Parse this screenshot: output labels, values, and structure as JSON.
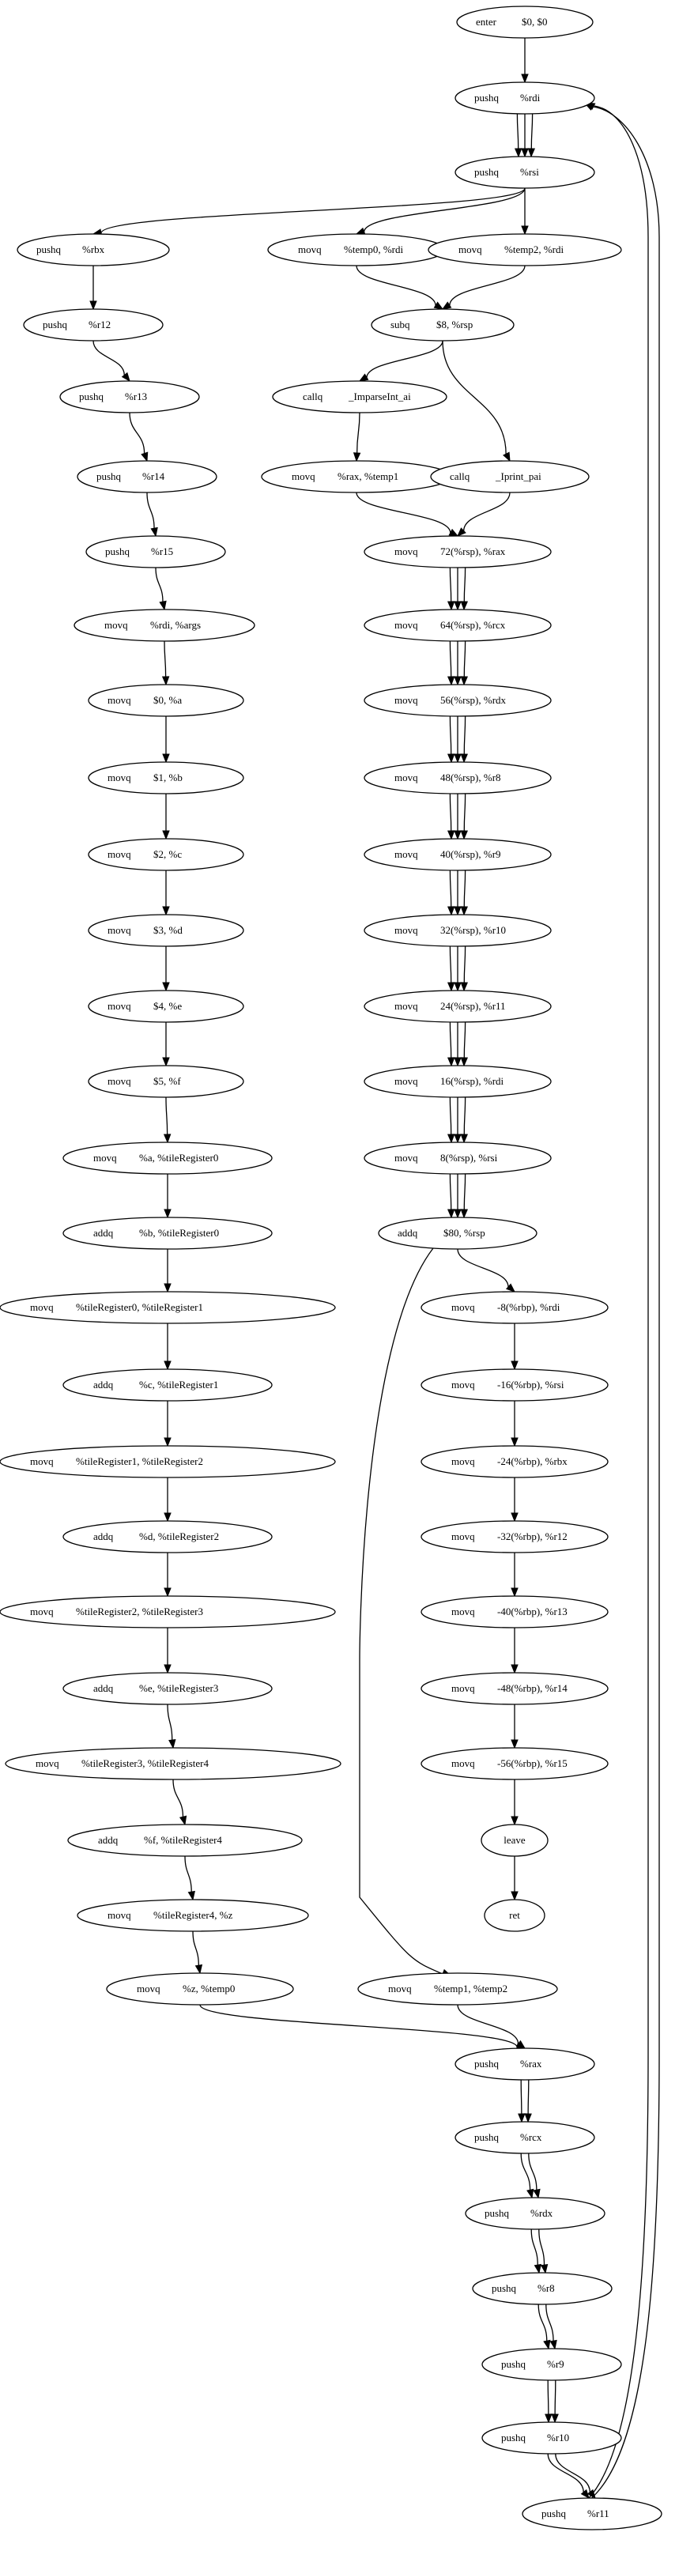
{
  "nodes": {
    "enter": {
      "op": "enter",
      "args": "$0, $0"
    },
    "push_rdi": {
      "op": "pushq",
      "args": "%rdi"
    },
    "push_rsi": {
      "op": "pushq",
      "args": "%rsi"
    },
    "push_rbx": {
      "op": "pushq",
      "args": "%rbx"
    },
    "mov_temp0_rdi": {
      "op": "movq",
      "args": "%temp0, %rdi"
    },
    "mov_temp2_rdi": {
      "op": "movq",
      "args": "%temp2, %rdi"
    },
    "push_r12": {
      "op": "pushq",
      "args": "%r12"
    },
    "subq": {
      "op": "subq",
      "args": "$8, %rsp"
    },
    "push_r13": {
      "op": "pushq",
      "args": "%r13"
    },
    "callq_parse": {
      "op": "callq",
      "args": "_ImparseInt_ai"
    },
    "push_r14": {
      "op": "pushq",
      "args": "%r14"
    },
    "mov_rax_temp1": {
      "op": "movq",
      "args": "%rax, %temp1"
    },
    "callq_print": {
      "op": "callq",
      "args": "_Iprint_pai"
    },
    "push_r15": {
      "op": "pushq",
      "args": "%r15"
    },
    "mov_72_rax": {
      "op": "movq",
      "args": "72(%rsp), %rax"
    },
    "mov_rdi_args": {
      "op": "movq",
      "args": "%rdi, %args"
    },
    "mov_64_rcx": {
      "op": "movq",
      "args": "64(%rsp), %rcx"
    },
    "mov_0_a": {
      "op": "movq",
      "args": "$0, %a"
    },
    "mov_56_rdx": {
      "op": "movq",
      "args": "56(%rsp), %rdx"
    },
    "mov_1_b": {
      "op": "movq",
      "args": "$1, %b"
    },
    "mov_48_r8": {
      "op": "movq",
      "args": "48(%rsp), %r8"
    },
    "mov_2_c": {
      "op": "movq",
      "args": "$2, %c"
    },
    "mov_40_r9": {
      "op": "movq",
      "args": "40(%rsp), %r9"
    },
    "mov_3_d": {
      "op": "movq",
      "args": "$3, %d"
    },
    "mov_32_r10": {
      "op": "movq",
      "args": "32(%rsp), %r10"
    },
    "mov_4_e": {
      "op": "movq",
      "args": "$4, %e"
    },
    "mov_24_r11": {
      "op": "movq",
      "args": "24(%rsp), %r11"
    },
    "mov_5_f": {
      "op": "movq",
      "args": "$5, %f"
    },
    "mov_16_rdi": {
      "op": "movq",
      "args": "16(%rsp), %rdi"
    },
    "mov_a_tr0": {
      "op": "movq",
      "args": "%a, %tileRegister0"
    },
    "mov_8_rsi": {
      "op": "movq",
      "args": "8(%rsp), %rsi"
    },
    "add_b_tr0": {
      "op": "addq",
      "args": "%b, %tileRegister0"
    },
    "addq_80": {
      "op": "addq",
      "args": "$80, %rsp"
    },
    "mov_tr0_tr1": {
      "op": "movq",
      "args": "%tileRegister0, %tileRegister1"
    },
    "mov_m8_rdi": {
      "op": "movq",
      "args": "-8(%rbp), %rdi"
    },
    "add_c_tr1": {
      "op": "addq",
      "args": "%c, %tileRegister1"
    },
    "mov_m16_rsi": {
      "op": "movq",
      "args": "-16(%rbp), %rsi"
    },
    "mov_tr1_tr2": {
      "op": "movq",
      "args": "%tileRegister1, %tileRegister2"
    },
    "mov_m24_rbx": {
      "op": "movq",
      "args": "-24(%rbp), %rbx"
    },
    "add_d_tr2": {
      "op": "addq",
      "args": "%d, %tileRegister2"
    },
    "mov_m32_r12": {
      "op": "movq",
      "args": "-32(%rbp), %r12"
    },
    "mov_tr2_tr3": {
      "op": "movq",
      "args": "%tileRegister2, %tileRegister3"
    },
    "mov_m40_r13": {
      "op": "movq",
      "args": "-40(%rbp), %r13"
    },
    "add_e_tr3": {
      "op": "addq",
      "args": "%e, %tileRegister3"
    },
    "mov_m48_r14": {
      "op": "movq",
      "args": "-48(%rbp), %r14"
    },
    "mov_tr3_tr4": {
      "op": "movq",
      "args": "%tileRegister3, %tileRegister4"
    },
    "mov_m56_r15": {
      "op": "movq",
      "args": "-56(%rbp), %r15"
    },
    "add_f_tr4": {
      "op": "addq",
      "args": "%f, %tileRegister4"
    },
    "leave": {
      "op": "leave",
      "args": ""
    },
    "mov_tr4_z": {
      "op": "movq",
      "args": "%tileRegister4, %z"
    },
    "ret": {
      "op": "ret",
      "args": ""
    },
    "mov_z_temp0": {
      "op": "movq",
      "args": "%z, %temp0"
    },
    "mov_temp1_temp2": {
      "op": "movq",
      "args": "%temp1, %temp2"
    },
    "push_rax": {
      "op": "pushq",
      "args": "%rax"
    },
    "push_rcx": {
      "op": "pushq",
      "args": "%rcx"
    },
    "push_rdx": {
      "op": "pushq",
      "args": "%rdx"
    },
    "push_r8": {
      "op": "pushq",
      "args": "%r8"
    },
    "push_r9": {
      "op": "pushq",
      "args": "%r9"
    },
    "push_r10": {
      "op": "pushq",
      "args": "%r10"
    },
    "push_r11": {
      "op": "pushq",
      "args": "%r11"
    }
  },
  "edges": [
    [
      "enter",
      "push_rdi",
      1
    ],
    [
      "push_rdi",
      "push_rsi",
      3
    ],
    [
      "push_rsi",
      "push_rbx",
      1
    ],
    [
      "push_rsi",
      "mov_temp0_rdi",
      1
    ],
    [
      "push_rsi",
      "mov_temp2_rdi",
      1
    ],
    [
      "push_rbx",
      "push_r12",
      1
    ],
    [
      "push_r12",
      "push_r13",
      1
    ],
    [
      "push_r13",
      "push_r14",
      1
    ],
    [
      "push_r14",
      "push_r15",
      1
    ],
    [
      "push_r15",
      "mov_rdi_args",
      1
    ],
    [
      "mov_rdi_args",
      "mov_0_a",
      1
    ],
    [
      "mov_0_a",
      "mov_1_b",
      1
    ],
    [
      "mov_1_b",
      "mov_2_c",
      1
    ],
    [
      "mov_2_c",
      "mov_3_d",
      1
    ],
    [
      "mov_3_d",
      "mov_4_e",
      1
    ],
    [
      "mov_4_e",
      "mov_5_f",
      1
    ],
    [
      "mov_5_f",
      "mov_a_tr0",
      1
    ],
    [
      "mov_a_tr0",
      "add_b_tr0",
      1
    ],
    [
      "add_b_tr0",
      "mov_tr0_tr1",
      1
    ],
    [
      "mov_tr0_tr1",
      "add_c_tr1",
      1
    ],
    [
      "add_c_tr1",
      "mov_tr1_tr2",
      1
    ],
    [
      "mov_tr1_tr2",
      "add_d_tr2",
      1
    ],
    [
      "add_d_tr2",
      "mov_tr2_tr3",
      1
    ],
    [
      "mov_tr2_tr3",
      "add_e_tr3",
      1
    ],
    [
      "add_e_tr3",
      "mov_tr3_tr4",
      1
    ],
    [
      "mov_tr3_tr4",
      "add_f_tr4",
      1
    ],
    [
      "add_f_tr4",
      "mov_tr4_z",
      1
    ],
    [
      "mov_tr4_z",
      "mov_z_temp0",
      1
    ],
    [
      "mov_z_temp0",
      "push_rax",
      1
    ],
    [
      "mov_temp0_rdi",
      "subq",
      1
    ],
    [
      "mov_temp2_rdi",
      "subq",
      1
    ],
    [
      "subq",
      "callq_parse",
      1
    ],
    [
      "subq",
      "callq_print",
      1
    ],
    [
      "callq_parse",
      "mov_rax_temp1",
      1
    ],
    [
      "mov_rax_temp1",
      "mov_72_rax",
      1
    ],
    [
      "callq_print",
      "mov_72_rax",
      1
    ],
    [
      "mov_72_rax",
      "mov_64_rcx",
      3
    ],
    [
      "mov_64_rcx",
      "mov_56_rdx",
      3
    ],
    [
      "mov_56_rdx",
      "mov_48_r8",
      3
    ],
    [
      "mov_48_r8",
      "mov_40_r9",
      3
    ],
    [
      "mov_40_r9",
      "mov_32_r10",
      3
    ],
    [
      "mov_32_r10",
      "mov_24_r11",
      3
    ],
    [
      "mov_24_r11",
      "mov_16_rdi",
      3
    ],
    [
      "mov_16_rdi",
      "mov_8_rsi",
      3
    ],
    [
      "mov_8_rsi",
      "addq_80",
      3
    ],
    [
      "addq_80",
      "mov_m8_rdi",
      1
    ],
    [
      "addq_80",
      "mov_temp1_temp2",
      1
    ],
    [
      "mov_m8_rdi",
      "mov_m16_rsi",
      1
    ],
    [
      "mov_m16_rsi",
      "mov_m24_rbx",
      1
    ],
    [
      "mov_m24_rbx",
      "mov_m32_r12",
      1
    ],
    [
      "mov_m32_r12",
      "mov_m40_r13",
      1
    ],
    [
      "mov_m40_r13",
      "mov_m48_r14",
      1
    ],
    [
      "mov_m48_r14",
      "mov_m56_r15",
      1
    ],
    [
      "mov_m56_r15",
      "leave",
      1
    ],
    [
      "leave",
      "ret",
      1
    ],
    [
      "mov_temp1_temp2",
      "push_rax",
      1
    ],
    [
      "push_rax",
      "push_rcx",
      2
    ],
    [
      "push_rcx",
      "push_rdx",
      2
    ],
    [
      "push_rdx",
      "push_r8",
      2
    ],
    [
      "push_r8",
      "push_r9",
      2
    ],
    [
      "push_r9",
      "push_r10",
      2
    ],
    [
      "push_r10",
      "push_r11",
      2
    ],
    [
      "push_r11",
      "push_rdi",
      2
    ]
  ]
}
